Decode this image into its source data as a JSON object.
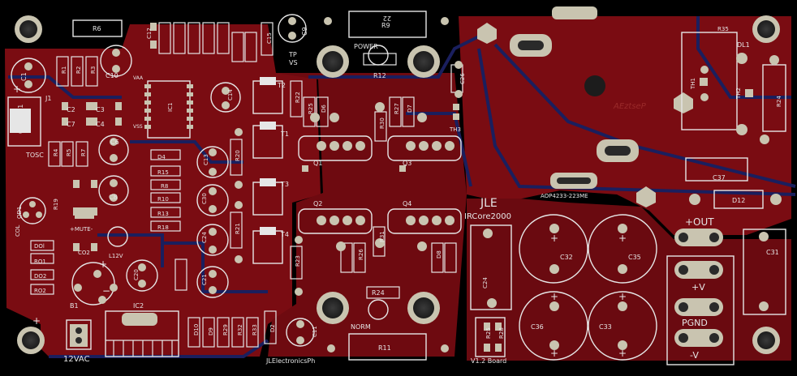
{
  "board": {
    "brand": "JLE",
    "product": "IRCore2000",
    "version": "V1.2 Board",
    "maker": "JLElectronicsPh",
    "mirrored_text": "AEztseP",
    "colors": {
      "background": "#000000",
      "copper": "#7a0c12",
      "copper_dark": "#4e070b",
      "trace_blue": "#1a1f5e",
      "silk": "#e6e6e6",
      "pad": "#c9c4b0",
      "hole": "#2a2a2a"
    }
  },
  "labels": {
    "r6": "R6",
    "r35": "R35",
    "dl1": "DL1",
    "r9": "R9",
    "r22_top": "22",
    "power": "POWER",
    "r12": "R12",
    "tp": "TP",
    "vs": "VS",
    "c9": "C9",
    "c15": "C15",
    "c26": "C26",
    "th1": "TH1",
    "th2": "TH2",
    "r24_right": "R24",
    "c1": "C1",
    "j1": "J1",
    "r1": "R1",
    "r2": "R2",
    "r3": "R3",
    "c10": "C10",
    "vaa": "VAA",
    "vss": "VSS",
    "ic1": "IC1",
    "c12_top": "C12",
    "t2": "T2",
    "r22": "R22",
    "r25": "R25",
    "d6": "D6",
    "r27": "R27",
    "d7": "D7",
    "th3": "TH3",
    "r30": "R30",
    "o1": "O1",
    "o2": "O2",
    "c2": "C2",
    "c3": "C3",
    "c7": "C7",
    "c4": "C4",
    "tosc": "TOSC",
    "c6": "C6",
    "r4": "R4",
    "r5": "R5",
    "r7": "R7",
    "d4": "D4",
    "r15": "R15",
    "r8": "R8",
    "r10": "R10",
    "r13": "R13",
    "r18": "R18",
    "c13": "C13",
    "r20": "R20",
    "t1": "T1",
    "q1": "Q1",
    "q3": "Q3",
    "c37": "C37",
    "d12": "D12",
    "aop": "AOP4233-223ME",
    "c30": "C30",
    "c8": "C8",
    "c14": "C14",
    "t3": "T3",
    "q2": "Q2",
    "q4": "Q4",
    "r19": "R19",
    "r23": "R23",
    "out": "+OUT",
    "qd1": "QD1",
    "col": "COL",
    "mute": "+MUTE-",
    "co2": "CO2",
    "l12v": "L12V",
    "r21": "R21",
    "t4": "T4",
    "c24_left": "C24",
    "c32": "C32",
    "c35": "C35",
    "c31": "C31",
    "dol": "DOl",
    "ro1": "RO1",
    "do2": "DO2",
    "ro2": "RO2",
    "c20": "C20",
    "c21": "C21",
    "r26": "R26",
    "r31": "R31",
    "d8": "D8",
    "c24": "C24",
    "plus_v": "+V",
    "b1": "B1",
    "ic2": "IC2",
    "r24": "R24",
    "norm": "NORM",
    "r11": "R11",
    "c36": "C36",
    "c33": "C33",
    "pgnd": "PGND",
    "ac": "12VAC",
    "d10": "D10",
    "d9": "D9",
    "r29": "R29",
    "r32": "R32",
    "r33": "R33",
    "d2": "D2",
    "c11": "C11",
    "r25b": "R25",
    "r28": "R28",
    "minus_v": "-V"
  }
}
